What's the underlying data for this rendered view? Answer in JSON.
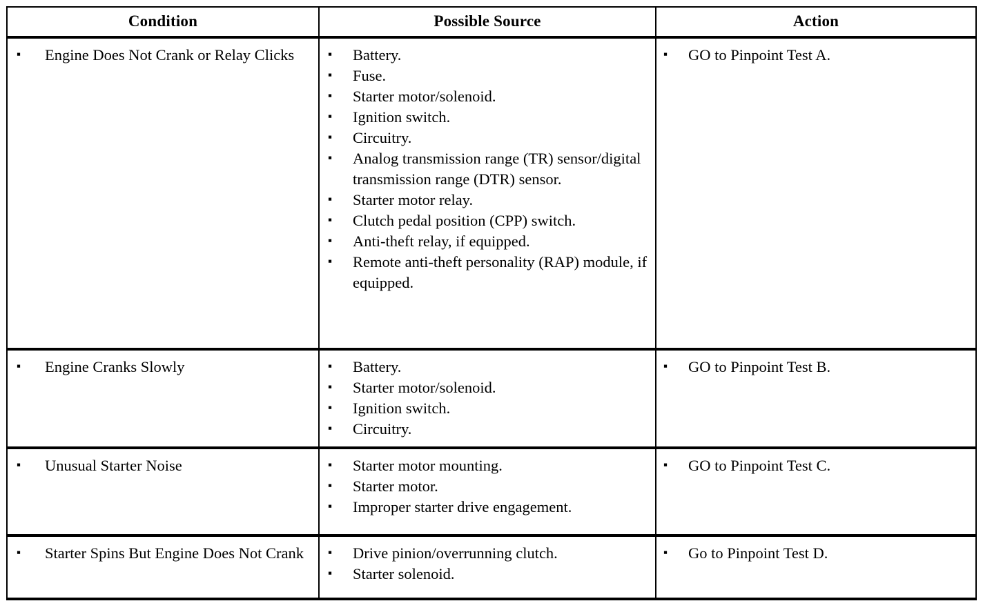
{
  "document": {
    "type": "diagnostic-table",
    "bullet_glyph": "square-bullet",
    "ink_color": "#000000",
    "paper_color": "#ffffff"
  },
  "table": {
    "columns": [
      {
        "key": "condition",
        "header": "Condition"
      },
      {
        "key": "source",
        "header": "Possible Source"
      },
      {
        "key": "action",
        "header": "Action"
      }
    ],
    "rows": [
      {
        "condition": [
          "Engine Does Not Crank or Relay Clicks"
        ],
        "source": [
          "Battery.",
          "Fuse.",
          "Starter motor/solenoid.",
          "Ignition switch.",
          "Circuitry.",
          "Analog transmission range (TR) sensor/digital transmission range (DTR) sensor.",
          "Starter motor relay.",
          "Clutch pedal position (CPP) switch.",
          "Anti-theft relay, if equipped.",
          "Remote anti-theft personality (RAP) module, if equipped."
        ],
        "action": [
          "GO to Pinpoint Test A."
        ]
      },
      {
        "condition": [
          "Engine Cranks Slowly"
        ],
        "source": [
          "Battery.",
          "Starter motor/solenoid.",
          "Ignition switch.",
          "Circuitry."
        ],
        "action": [
          "GO to Pinpoint Test B."
        ]
      },
      {
        "condition": [
          "Unusual Starter Noise"
        ],
        "source": [
          "Starter motor mounting.",
          "Starter motor.",
          "Improper starter drive engagement."
        ],
        "action": [
          "GO to Pinpoint Test C."
        ]
      },
      {
        "condition": [
          "Starter Spins But Engine Does Not Crank"
        ],
        "source": [
          "Drive pinion/overrunning clutch.",
          "Starter solenoid."
        ],
        "action": [
          "Go to Pinpoint Test D."
        ]
      }
    ]
  }
}
